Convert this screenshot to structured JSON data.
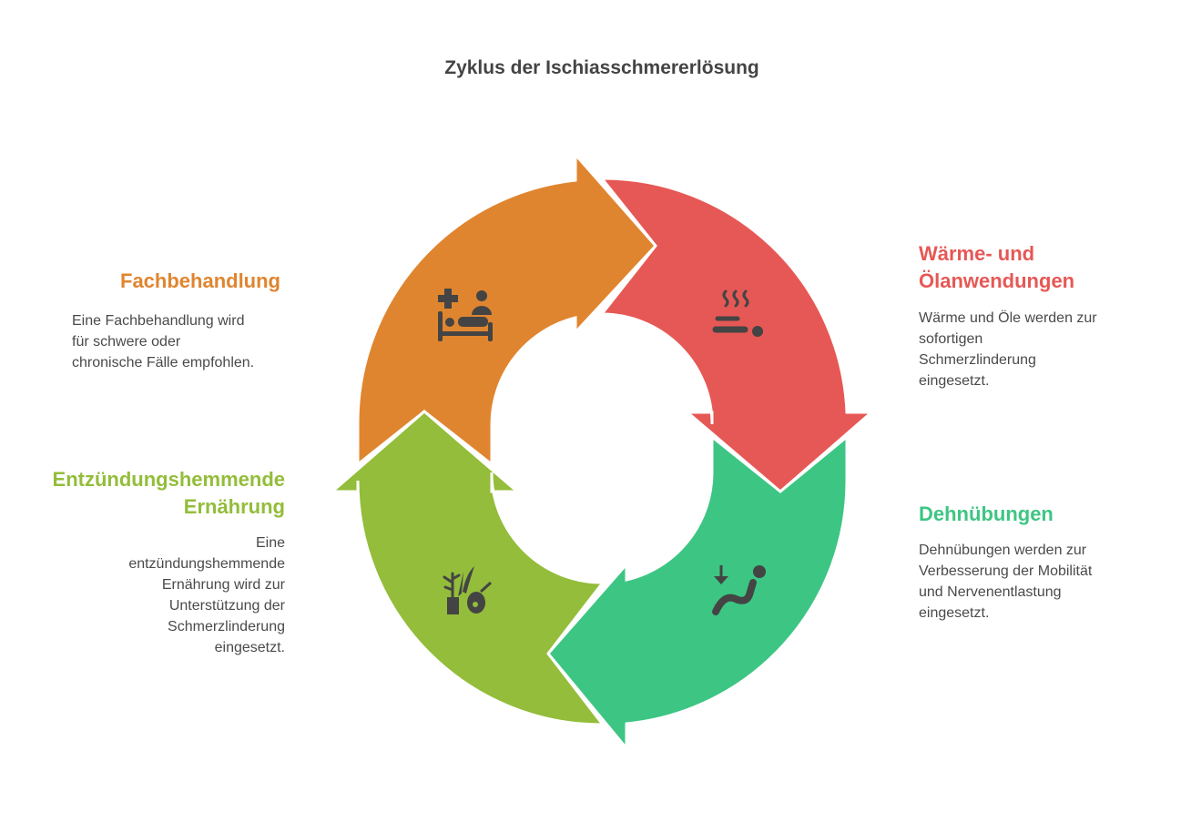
{
  "title": "Zyklus der Ischiasschmererlösung",
  "colors": {
    "orange": "#E0852F",
    "red": "#E65855",
    "green": "#3DC583",
    "lime": "#93BD3A",
    "icon": "#444444"
  },
  "steps": [
    {
      "id": "fachbehandlung",
      "icon": "patient-bed-doctor-icon",
      "title_lines": [
        "Fachbehandlung"
      ],
      "desc_lines": [
        "Eine Fachbehandlung wird",
        "für schwere oder",
        "chronische Fälle empfohlen."
      ]
    },
    {
      "id": "waerme",
      "icon": "hot-stones-steam-icon",
      "title_lines": [
        "Wärme- und",
        "Ölanwendungen"
      ],
      "desc_lines": [
        "Wärme und Öle werden zur",
        "sofortigen",
        "Schmerzlinderung",
        "eingesetzt."
      ]
    },
    {
      "id": "dehnuebungen",
      "icon": "stretching-person-icon",
      "title_lines": [
        "Dehnübungen"
      ],
      "desc_lines": [
        "Dehnübungen werden zur",
        "Verbesserung der Mobilität",
        "und Nervenentlastung",
        "eingesetzt."
      ]
    },
    {
      "id": "ernaehrung",
      "icon": "vegetables-food-icon",
      "title_lines": [
        "Entzündungshemmende",
        "Ernährung"
      ],
      "desc_lines": [
        "Eine",
        "entzündungshemmende",
        "Ernährung wird zur",
        "Unterstützung der",
        "Schmerzlinderung",
        "eingesetzt."
      ]
    }
  ]
}
